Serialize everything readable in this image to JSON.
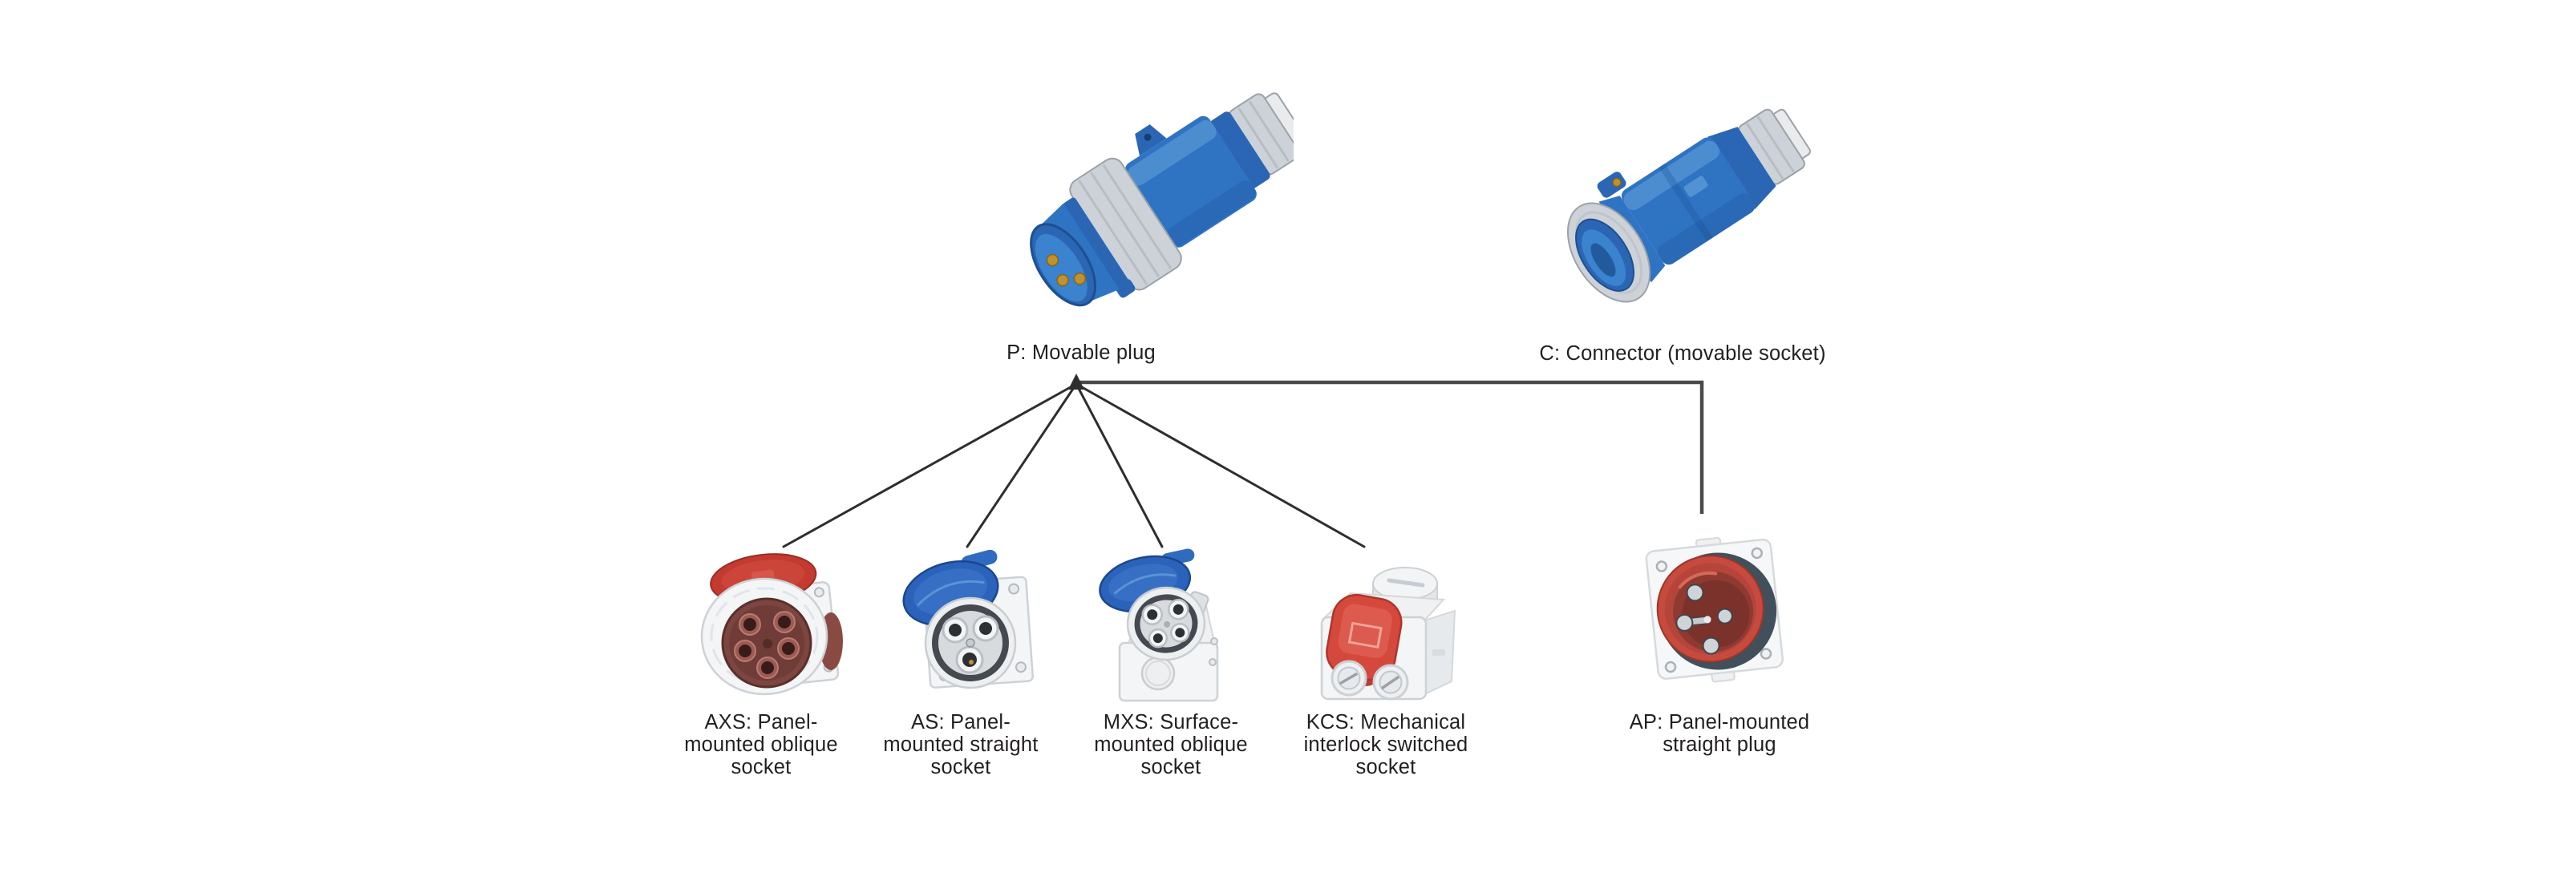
{
  "page": {
    "background": "#ffffff"
  },
  "colors": {
    "background": "#ffffff",
    "text": "#231f20",
    "line": "#2e2e2e",
    "elbow_line": "#4a4a4a",
    "blue": "#2f74c3",
    "blue_mid": "#2a66b4",
    "blue_dark": "#1d4f91",
    "blue_light": "#6aa6dd",
    "gray": "#ccd2d7",
    "gray_dark": "#9aa2aa",
    "gray_light": "#e9ebed",
    "part_white": "#f4f5f6",
    "part_stroke": "#cdd2d6",
    "red": "#c33a30",
    "red_bright": "#d5483c",
    "maroon": "#7c4540",
    "slate": "#41505a",
    "gold": "#c0912f",
    "silver": "#cfd4d8"
  },
  "tree": {
    "parents": [
      {
        "id": "P",
        "label": "P: Movable plug",
        "image": "blue-movable-plug-photo"
      },
      {
        "id": "C",
        "label": "C: Connector (movable socket)",
        "image": "blue-connector-photo"
      }
    ],
    "children": [
      {
        "id": "AXS",
        "lines": [
          "AXS: Panel-",
          "mounted oblique",
          "socket"
        ],
        "image": "red-panel-oblique-socket-photo"
      },
      {
        "id": "AS",
        "lines": [
          "AS: Panel-",
          "mounted straight",
          "socket"
        ],
        "image": "blue-panel-straight-socket-photo"
      },
      {
        "id": "MXS",
        "lines": [
          "MXS: Surface-",
          "mounted oblique",
          "socket"
        ],
        "image": "blue-surface-oblique-socket-photo"
      },
      {
        "id": "KCS",
        "lines": [
          "KCS: Mechanical",
          "interlock switched",
          "socket"
        ],
        "image": "mechanical-interlock-switched-socket-photo"
      },
      {
        "id": "AP",
        "lines": [
          "AP: Panel-mounted",
          "straight plug"
        ],
        "image": "red-panel-straight-plug-photo"
      }
    ],
    "edges": [
      {
        "from": "P",
        "to": "AXS"
      },
      {
        "from": "P",
        "to": "AS"
      },
      {
        "from": "P",
        "to": "MXS"
      },
      {
        "from": "P",
        "to": "KCS"
      },
      {
        "from": "P",
        "to": "AP"
      }
    ]
  }
}
